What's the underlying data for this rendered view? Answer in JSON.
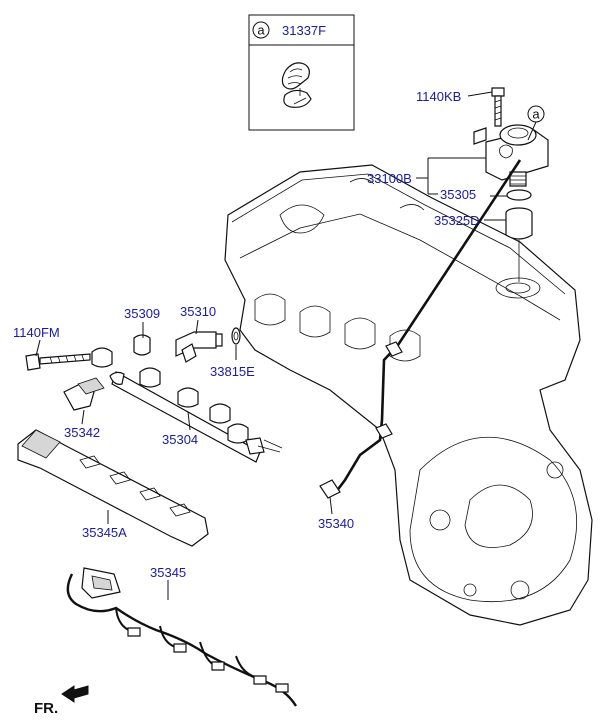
{
  "detail_box": {
    "circle_letter": "a",
    "part_number": "31337F"
  },
  "callout_letter": "a",
  "labels": {
    "p1140KB": "1140KB",
    "p33100B": "33100B",
    "p35305": "35305",
    "p35325D": "35325D",
    "p35309": "35309",
    "p35310": "35310",
    "p1140FM": "1140FM",
    "p33815E": "33815E",
    "p35342": "35342",
    "p35304": "35304",
    "p35340": "35340",
    "p35345A": "35345A",
    "p35345": "35345"
  },
  "front_indicator": "FR.",
  "colors": {
    "label": "#1a1aa6",
    "line": "#111111",
    "shade": "#d6d6d6"
  }
}
